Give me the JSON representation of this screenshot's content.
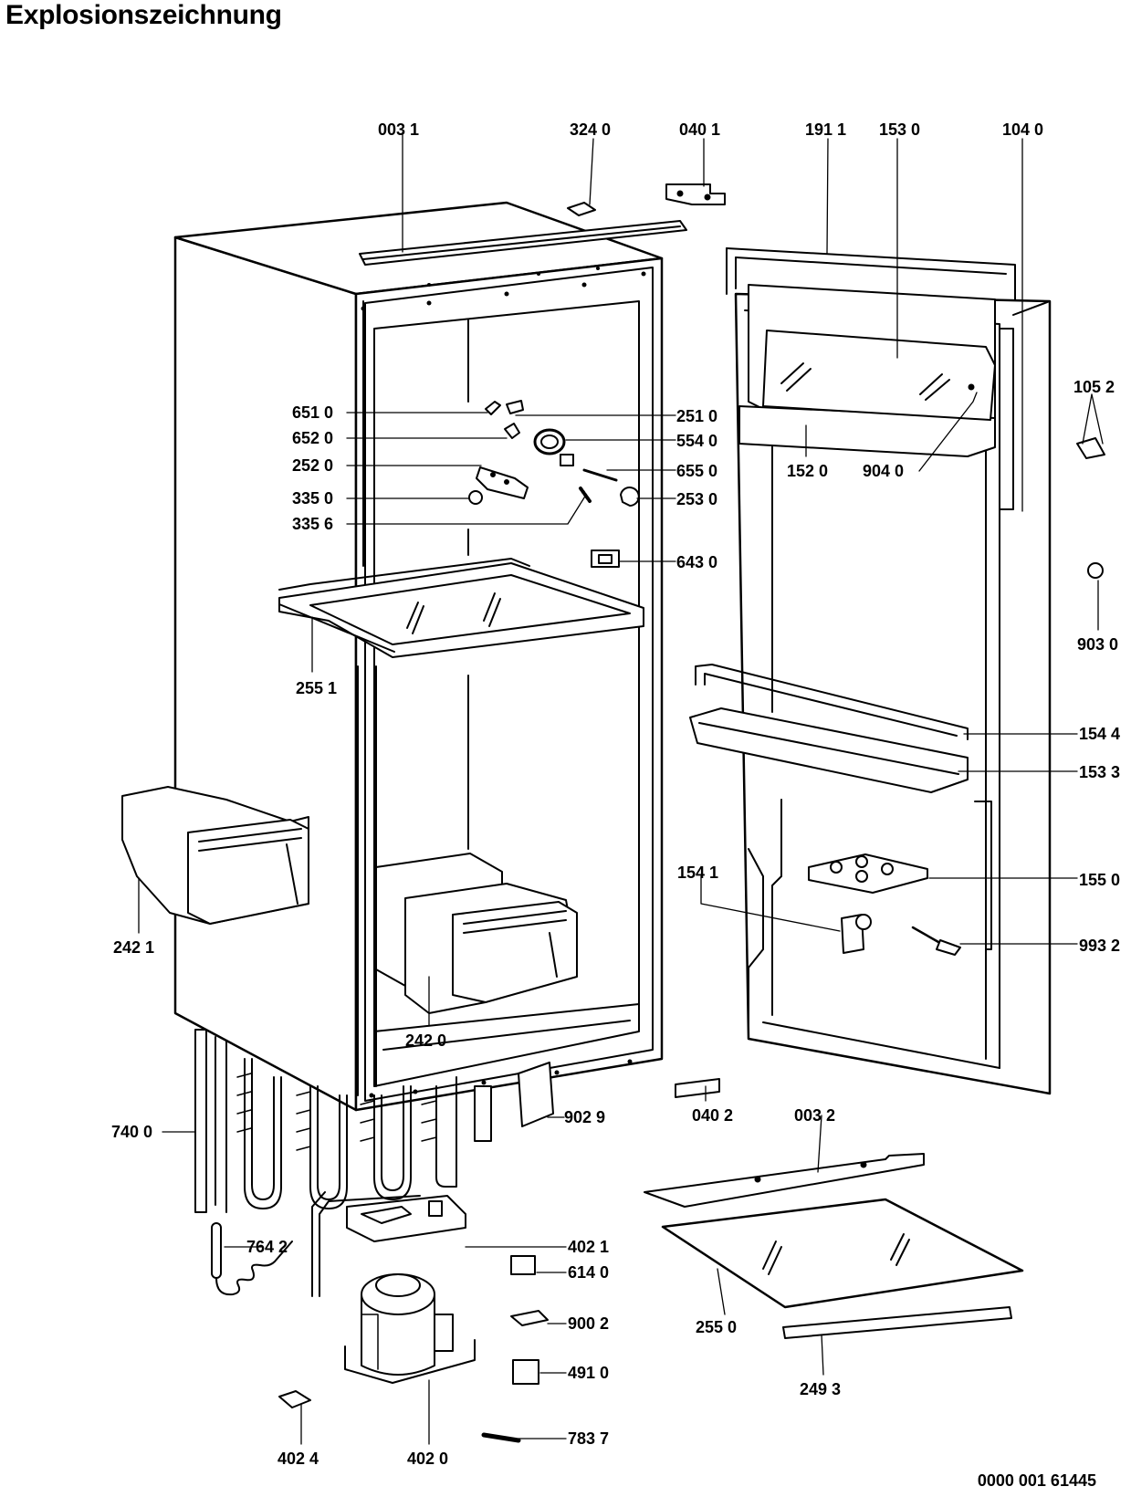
{
  "title": "Explosionszeichnung",
  "document_number": "0000 001 61445",
  "labels": {
    "p0031": "003 1",
    "p3240": "324 0",
    "p0401": "040 1",
    "p1911": "191 1",
    "p1530": "153 0",
    "p1040": "104 0",
    "p1052": "105 2",
    "p6510": "651 0",
    "p6520": "652 0",
    "p2520": "252 0",
    "p3350": "335 0",
    "p3356": "335 6",
    "p2510": "251 0",
    "p5540": "554 0",
    "p6550": "655 0",
    "p2530": "253 0",
    "p6430": "643 0",
    "p1520": "152 0",
    "p9040": "904 0",
    "p9030": "903 0",
    "p2551": "255 1",
    "p1544": "154 4",
    "p1533": "153 3",
    "p2421": "242 1",
    "p1541": "154 1",
    "p1550": "155 0",
    "p9932": "993 2",
    "p2420": "242 0",
    "p0402": "040 2",
    "p0032": "003 2",
    "p9029": "902 9",
    "p7400": "740 0",
    "p7642": "764 2",
    "p4021": "402 1",
    "p6140": "614 0",
    "p9002": "900 2",
    "p4910": "491 0",
    "p7837": "783 7",
    "p4024": "402 4",
    "p4020": "402 0",
    "p2550": "255 0",
    "p2493": "249 3"
  }
}
